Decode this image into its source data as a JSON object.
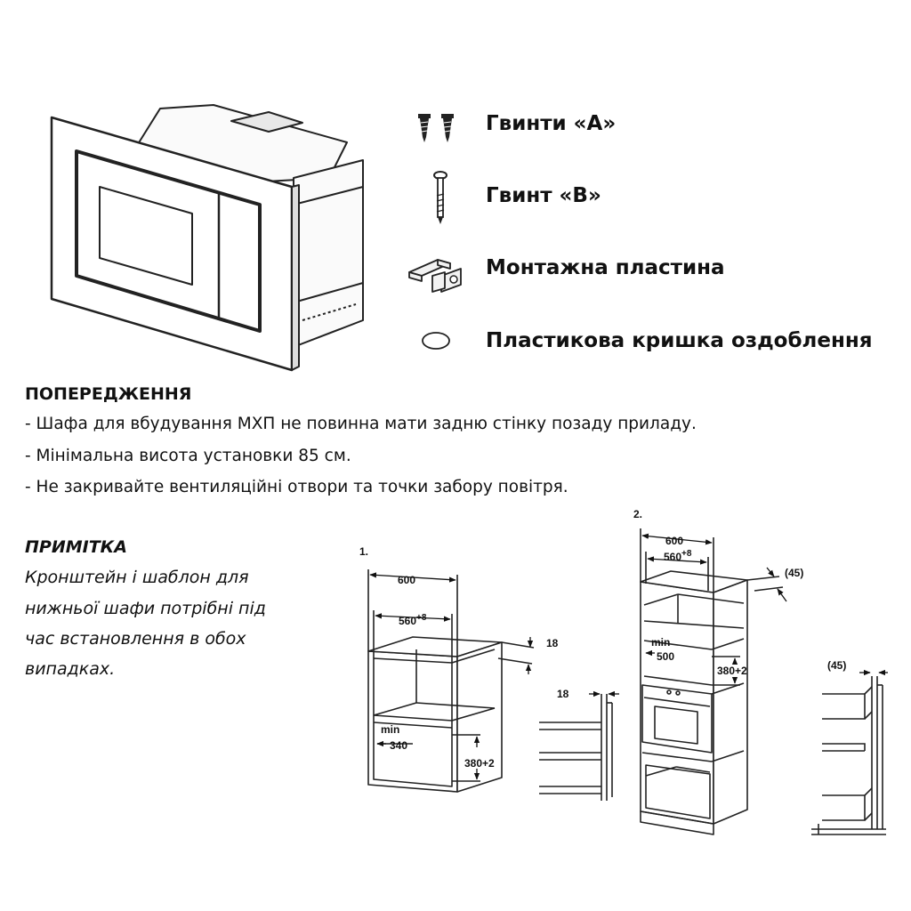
{
  "accessories": [
    {
      "icon": "screws-a-icon",
      "label": "Гвинти «A»"
    },
    {
      "icon": "screw-b-icon",
      "label": "Гвинт «B»"
    },
    {
      "icon": "mounting-plate-icon",
      "label": "Монтажна пластина"
    },
    {
      "icon": "plastic-cap-icon",
      "label": "Пластикова кришка оздоблення"
    }
  ],
  "warning": {
    "title": "ПОПЕРЕДЖЕННЯ",
    "lines": [
      "- Шафа для вбудування МХП не повинна мати задню стінку позаду приладу.",
      "- Мінімальна висота установки 85 см.",
      "- Не закривайте вентиляційні отвори та точки забору повітря."
    ]
  },
  "note": {
    "title": "ПРИМІТКА",
    "lines": [
      "Кронштейн і шаблон для",
      "нижньої шафи потрібні під",
      "час встановлення в обох",
      "випадках."
    ]
  },
  "diagram1": {
    "label": "1.",
    "width_outer": "600",
    "width_inner": "560",
    "width_inner_tol": "+8",
    "side_thickness": "18",
    "min_label": "min",
    "min_value": "340",
    "height_value": "380+2",
    "detail_thickness": "18"
  },
  "diagram2": {
    "label": "2.",
    "width_outer": "600",
    "width_inner": "560",
    "width_inner_tol": "+8",
    "back_gap": "(45)",
    "min_label": "min",
    "min_value": "500",
    "height_value": "380+2",
    "detail_gap": "(45)"
  }
}
